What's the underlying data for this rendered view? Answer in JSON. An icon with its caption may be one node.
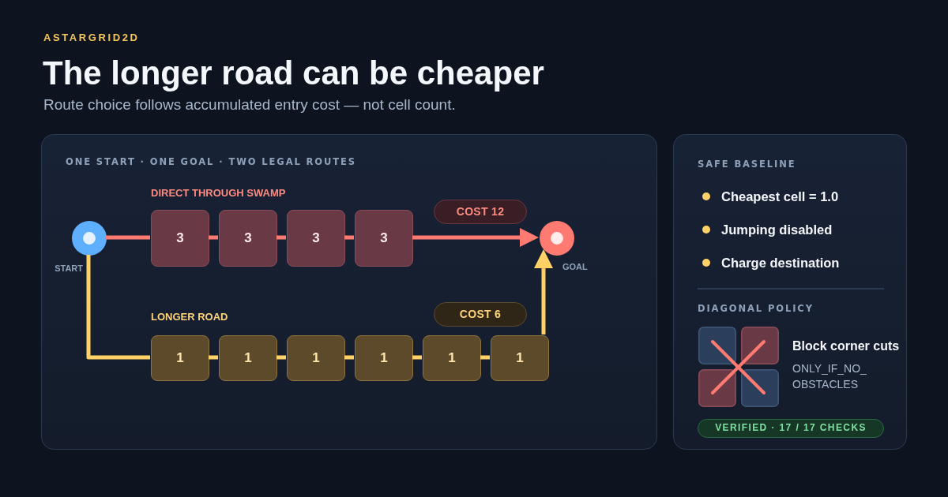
{
  "diagram": {
    "title": "The longer road can be cheaper",
    "nodes": [
      {
        "text": [
          "ONE START · ONE GOAL · TWO LEGAL ROUTES",
          "DIRECT THROUGH SWAMP",
          "LONGER ROAD"
        ]
      },
      {
        "text": [
          "COST 12"
        ],
        "in": 0
      },
      {
        "text": [],
        "shape": "circle",
        "in": 0,
        "beside": [
          "START"
        ]
      },
      {
        "text": [
          "3"
        ],
        "in": 0
      },
      {
        "text": [
          "3"
        ],
        "in": 0
      },
      {
        "text": [
          "3"
        ],
        "in": 0
      },
      {
        "text": [
          "3"
        ],
        "in": 0
      },
      {
        "text": [],
        "shape": "circle",
        "in": 0,
        "beside": [
          "GOAL"
        ]
      },
      {
        "text": [
          "COST 6"
        ],
        "in": 0
      },
      {
        "text": [
          "1"
        ],
        "in": 0
      },
      {
        "text": [
          "1"
        ],
        "in": 0
      },
      {
        "text": [
          "1"
        ],
        "in": 0
      },
      {
        "text": [
          "1"
        ],
        "in": 0
      },
      {
        "text": [
          "1"
        ],
        "in": 0
      },
      {
        "text": [
          "1"
        ],
        "in": 0
      },
      {
        "text": [
          "SAFE BASELINE",
          "Cheapest cell = 1.0",
          "Jumping disabled",
          "Charge destination",
          "DIAGONAL POLICY",
          "Block corner cuts",
          "ONLY_IF_NO_ OBSTACLES"
        ]
      },
      {
        "text": [
          "VERIFIED · 17 / 17 CHECKS"
        ],
        "in": 15
      }
    ],
    "edges": [
      {
        "from": 2,
        "to": 3,
        "arrow": "none",
        "color": "#ff7b72"
      },
      {
        "from": 3,
        "to": 4,
        "arrow": "none",
        "color": "#ff7b72"
      },
      {
        "from": 4,
        "to": 5,
        "arrow": "none",
        "color": "#ff7b72"
      },
      {
        "from": 5,
        "to": 6,
        "arrow": "none",
        "color": "#ff7b72"
      },
      {
        "from": 6,
        "to": 7,
        "arrow": "to",
        "color": "#ff7b72"
      },
      {
        "from": 2,
        "to": 9,
        "arrow": "none",
        "color": "#ffd166"
      },
      {
        "from": 9,
        "to": 10,
        "arrow": "none",
        "color": "#ffd166"
      },
      {
        "from": 10,
        "to": 11,
        "arrow": "none",
        "color": "#ffd166"
      },
      {
        "from": 11,
        "to": 12,
        "arrow": "none",
        "color": "#ffd166"
      },
      {
        "from": 12,
        "to": 13,
        "arrow": "none",
        "color": "#ffd166"
      },
      {
        "from": 13,
        "to": 14,
        "arrow": "none",
        "color": "#ffd166"
      },
      {
        "from": 14,
        "to": 7,
        "arrow": "to",
        "color": "#ffd166"
      }
    ],
    "labels": [
      "ASTARGRID2D",
      "Route choice follows accumulated entry cost — not cell count."
    ]
  }
}
